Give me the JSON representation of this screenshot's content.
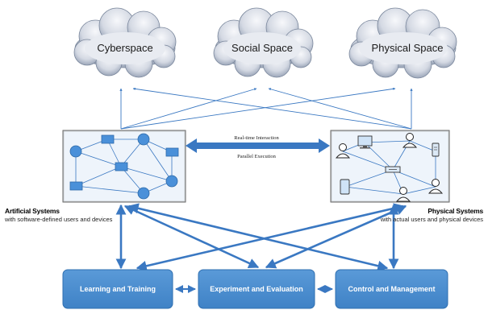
{
  "clouds": [
    {
      "label": "Cyberspace"
    },
    {
      "label": "Social Space"
    },
    {
      "label": "Physical Space"
    }
  ],
  "middle": {
    "interaction": "Real-time Interaction",
    "execution": "Parallel Execution"
  },
  "artificial": {
    "title": "Artificial Systems",
    "subtitle": "with software-defined users and devices"
  },
  "physical": {
    "title": "Physical Systems",
    "subtitle": "with actual users and physical devices"
  },
  "boxes": [
    {
      "label": "Learning and Training"
    },
    {
      "label": "Experiment and Evaluation"
    },
    {
      "label": "Control and Management"
    }
  ],
  "colors": {
    "arrow": "#3a78c2",
    "box": "#4a8fd0",
    "node": "#4a90d9"
  }
}
